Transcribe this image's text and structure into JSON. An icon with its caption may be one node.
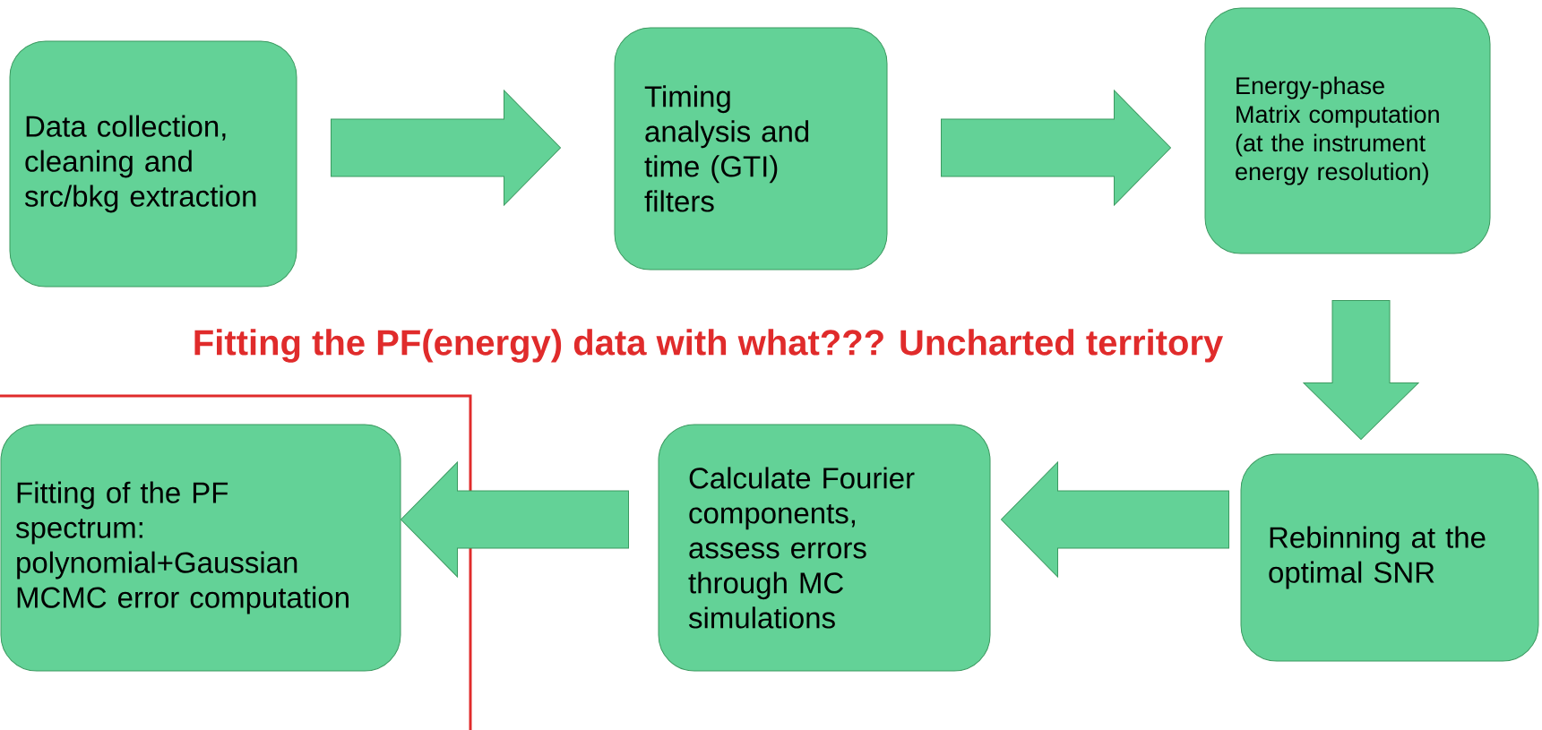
{
  "diagram": {
    "nodes": [
      {
        "text": [
          "Data collection, cleaning and src/bkg extraction"
        ]
      },
      {
        "text": [
          "Timing analysis and time (GTI) filters"
        ]
      },
      {
        "text": [
          "Energy-phase Matrix computation (at the instrument energy resolution)"
        ]
      },
      {
        "text": [
          "Rebinning at the optimal SNR"
        ]
      },
      {
        "text": [
          "Calculate Fourier components, assess errors through MC simulations"
        ]
      },
      {
        "text": [
          "Fitting of the PF spectrum: polynomial+Gaussian MCMC error computation"
        ]
      }
    ],
    "edges": [
      {
        "from": 0,
        "to": 1,
        "arrow": "to"
      },
      {
        "from": 1,
        "to": 2,
        "arrow": "to"
      },
      {
        "from": 2,
        "to": 3,
        "arrow": "to"
      },
      {
        "from": 3,
        "to": 4,
        "arrow": "to"
      },
      {
        "from": 4,
        "to": 5,
        "arrow": "to"
      }
    ],
    "labels": [
      "Fitting the PF(energy) data with what??? Uncharted territory"
    ]
  }
}
